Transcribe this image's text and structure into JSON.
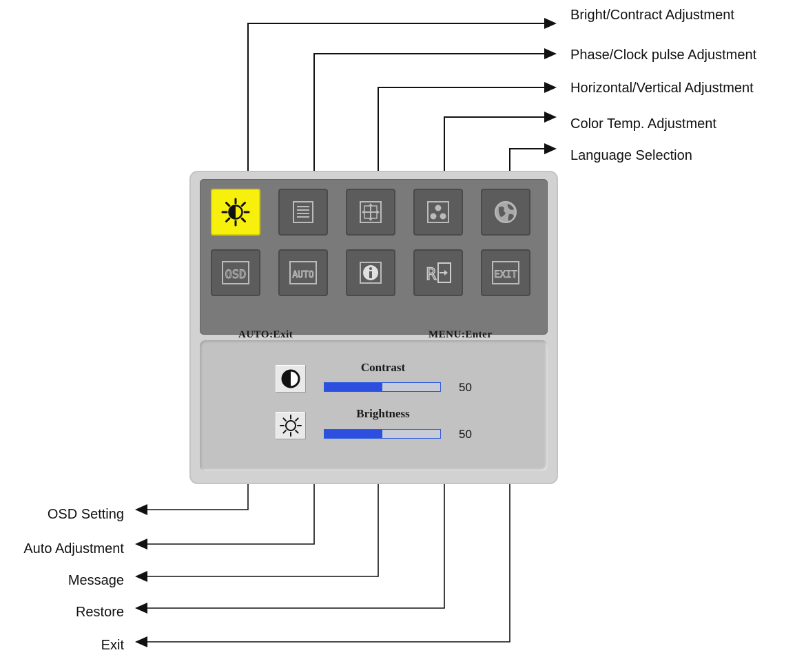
{
  "callouts_top": [
    {
      "id": "bright-contract",
      "label": "Bright/Contract Adjustment"
    },
    {
      "id": "phase-clock",
      "label": "Phase/Clock pulse Adjustment"
    },
    {
      "id": "horizontal-vertical",
      "label": "Horizontal/Vertical Adjustment"
    },
    {
      "id": "color-temp",
      "label": "Color Temp. Adjustment"
    },
    {
      "id": "language",
      "label": "Language Selection"
    }
  ],
  "callouts_bottom": [
    {
      "id": "osd-setting",
      "label": "OSD Setting"
    },
    {
      "id": "auto-adjustment",
      "label": "Auto Adjustment"
    },
    {
      "id": "message",
      "label": "Message"
    },
    {
      "id": "restore",
      "label": "Restore"
    },
    {
      "id": "exit",
      "label": "Exit"
    }
  ],
  "osd": {
    "top_row_icons": [
      "brightness-contrast-icon",
      "phase-clock-icon",
      "position-icon",
      "color-temp-icon",
      "language-globe-icon"
    ],
    "bottom_row_icons": [
      "osd-setting-icon",
      "auto-adjust-icon",
      "information-icon",
      "restore-icon",
      "exit-icon"
    ],
    "icon_texts": {
      "osd": "OSD",
      "auto": "AUTO",
      "exit": "EXIT",
      "restore": "R"
    },
    "active_icon": "brightness-contrast-icon",
    "hint_left": "AUTO:Exit",
    "hint_right": "MENU:Enter",
    "adjustments": [
      {
        "label": "Contrast",
        "value": 50,
        "max": 100,
        "icon": "contrast-icon"
      },
      {
        "label": "Brightness",
        "value": 50,
        "max": 100,
        "icon": "sun-icon"
      }
    ]
  },
  "colors": {
    "active_tile": "#f7f00d",
    "bar_fill": "#2d4fe0",
    "bar_border": "#2d5ce0"
  }
}
